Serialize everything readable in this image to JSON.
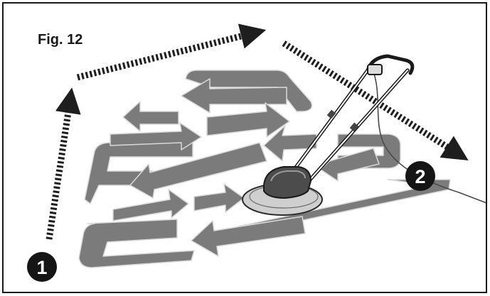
{
  "figure": {
    "label": "Fig. 12"
  },
  "markers": {
    "start": "1",
    "end": "2"
  },
  "colors": {
    "frame": "#1a1a1a",
    "path_fill": "#7b7b7b",
    "path_stroke": "#d9d9d9",
    "dotted_arrow": "#1e1e1e",
    "marker_fill": "#151515",
    "mower_body": "#8e8e8e",
    "mower_hood": "#4c4c4c",
    "mower_deck": "#cfcfcf"
  },
  "icons": {
    "start_marker": "start-circle-icon",
    "end_marker": "end-circle-icon",
    "mower": "hover-mower-icon",
    "direction_arrows": "dotted-arrow-icon"
  }
}
